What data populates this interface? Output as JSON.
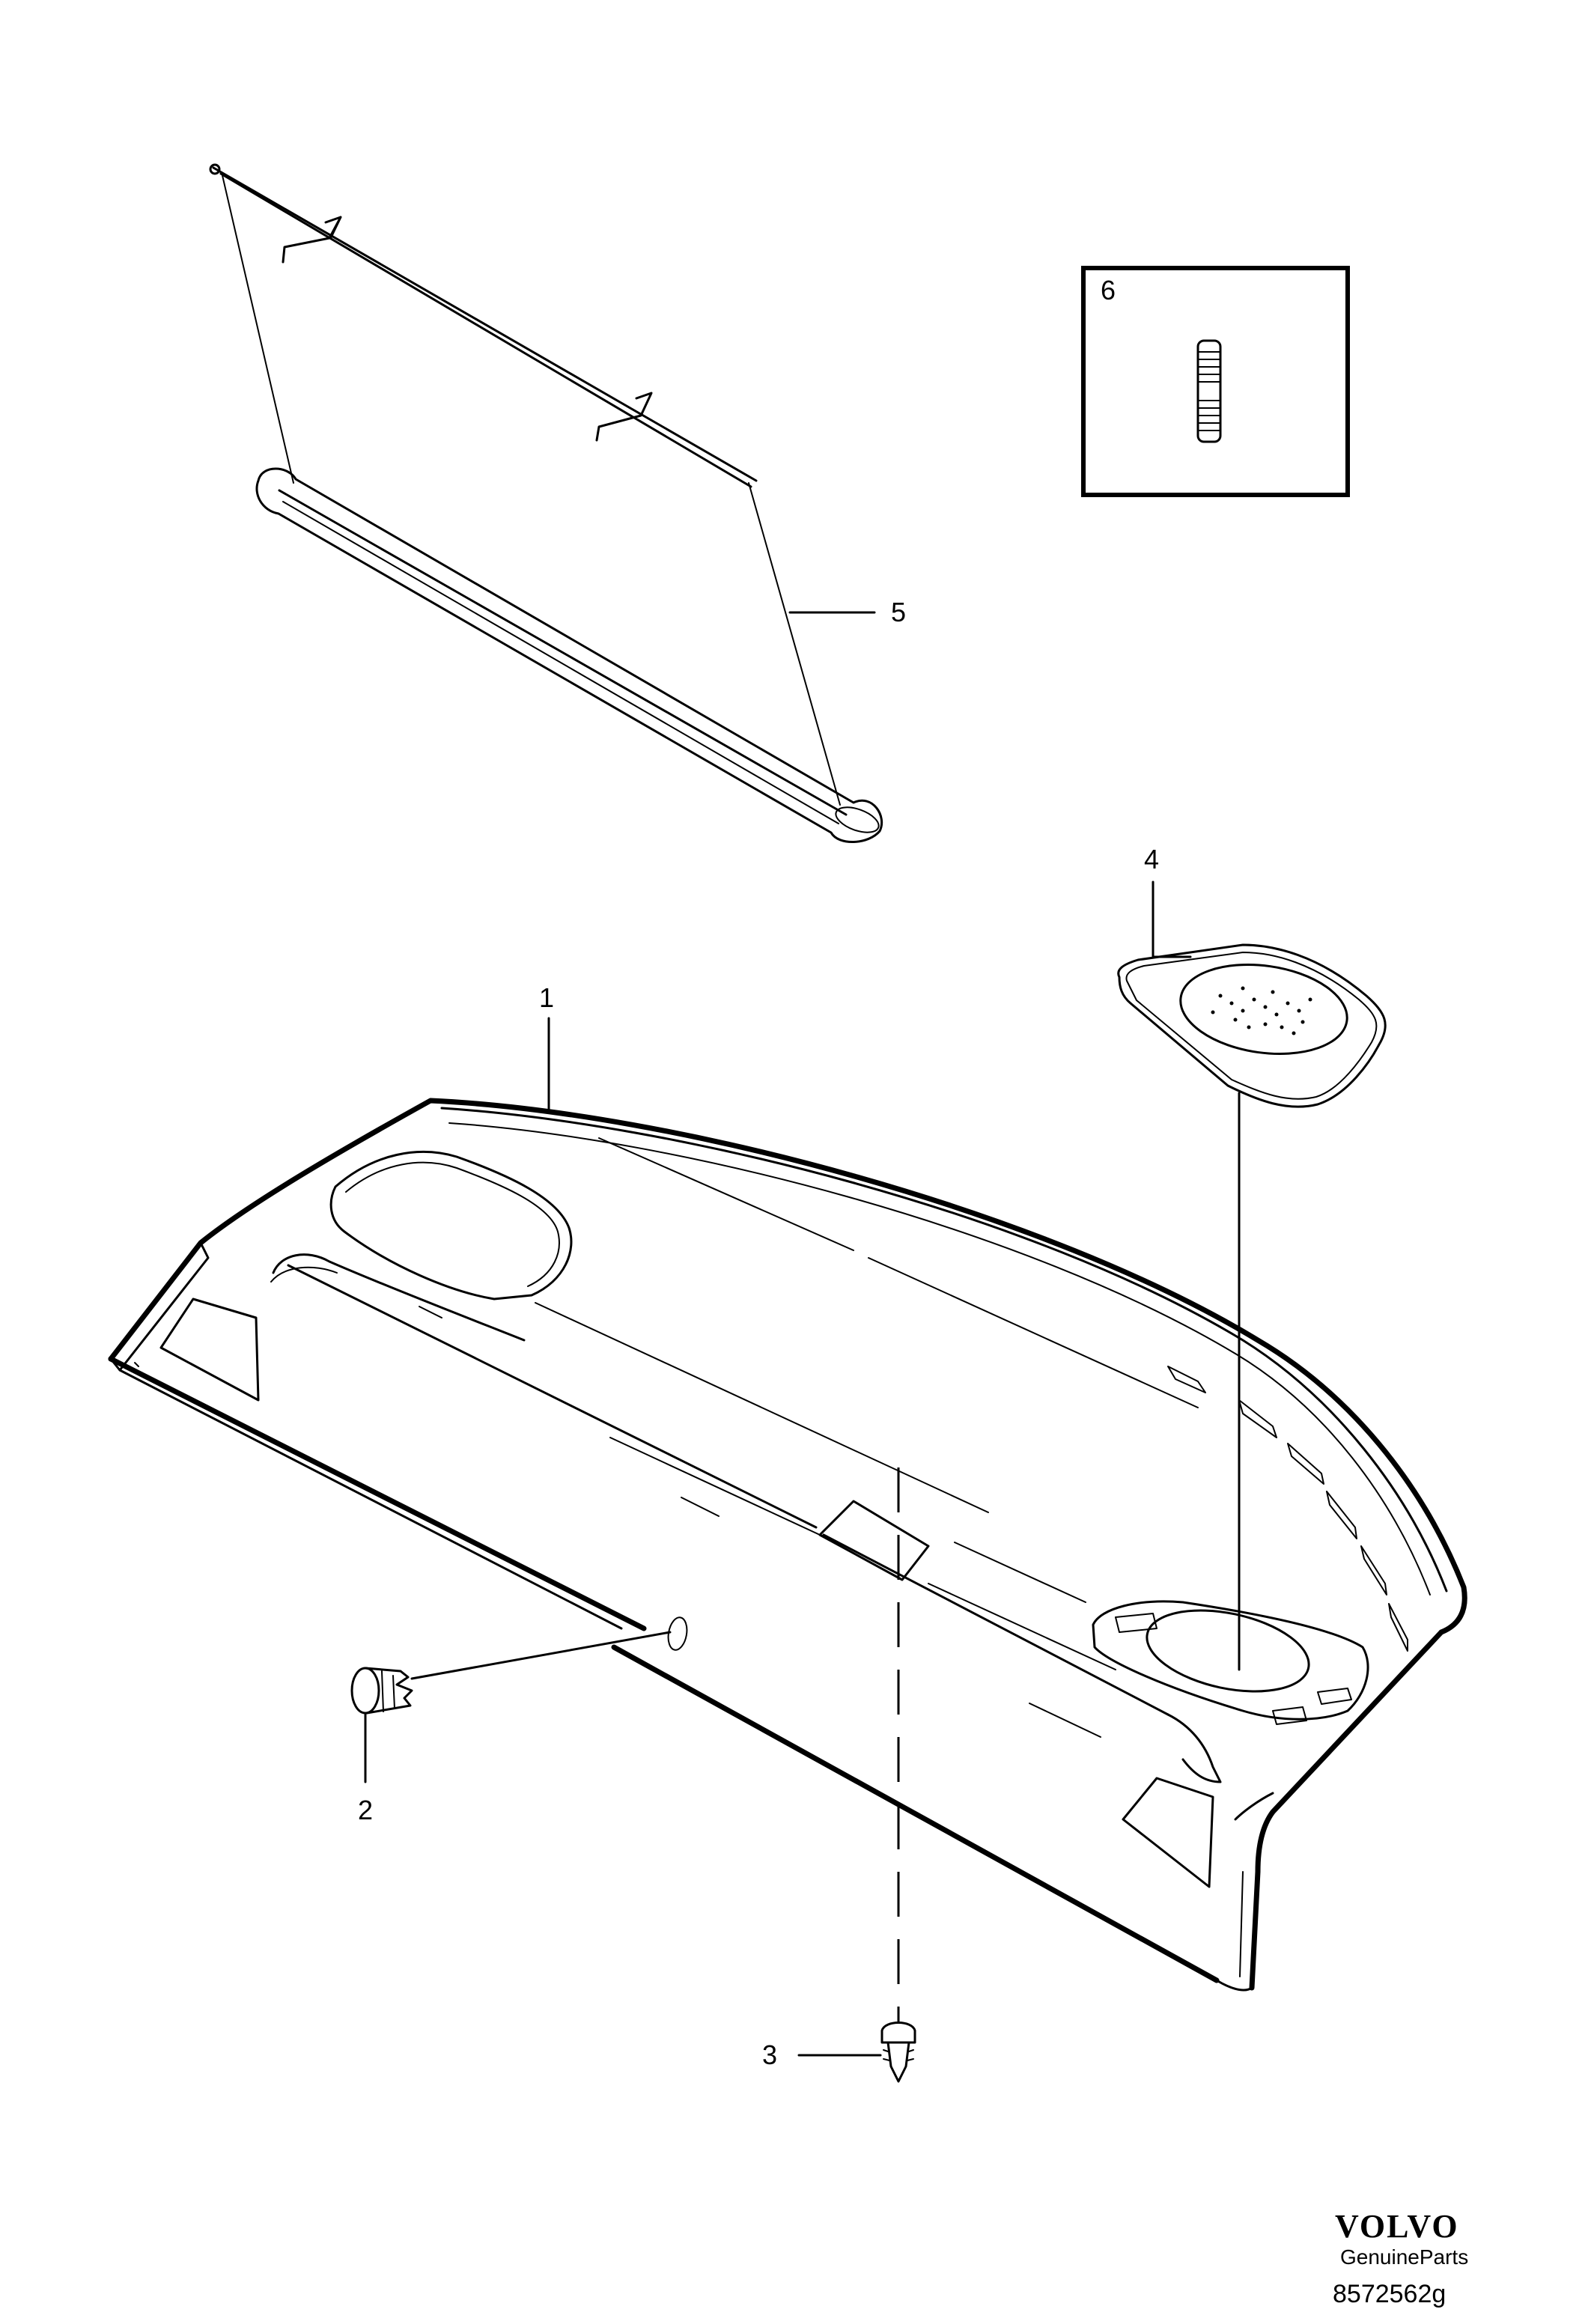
{
  "callouts": {
    "c1": "1",
    "c2": "2",
    "c3": "3",
    "c4": "4",
    "c5": "5",
    "c6": "6"
  },
  "brand": {
    "logo": "VOLVO",
    "tagline": "GenuineParts"
  },
  "drawing_number": "8572562g"
}
